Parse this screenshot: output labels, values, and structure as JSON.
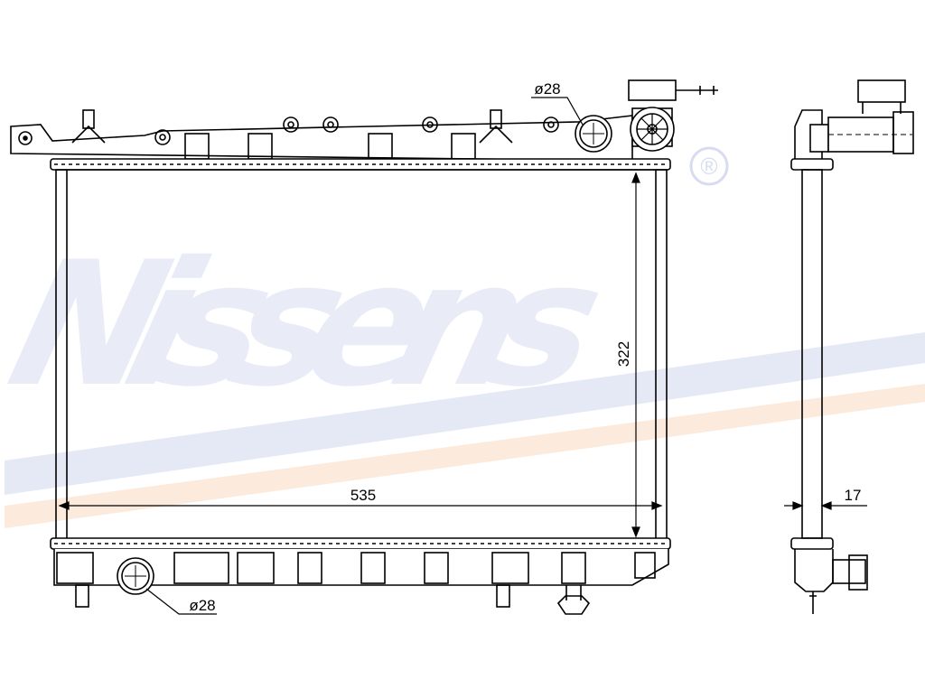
{
  "watermark": {
    "brand": "Nissens",
    "registered": "®",
    "colors": {
      "text": "#d8dcf0",
      "stripe_blue": "#dfe4f4",
      "stripe_orange": "#fbe6d4"
    }
  },
  "dimensions": {
    "width": "535",
    "height": "322",
    "top_outlet": "ø28",
    "bottom_outlet": "ø28",
    "core_depth": "17"
  },
  "colors": {
    "line": "#000000",
    "background": "#ffffff"
  }
}
